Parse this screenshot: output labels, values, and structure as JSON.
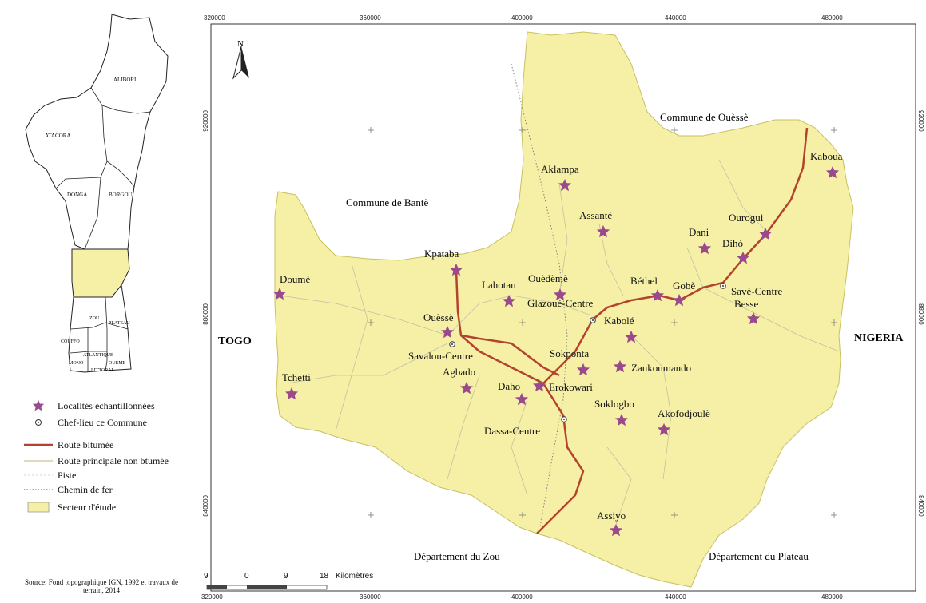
{
  "map": {
    "north_label": "N",
    "grid_top": [
      "320000",
      "360000",
      "400000",
      "440000",
      "480000"
    ],
    "grid_bottom": [
      "320000",
      "360000",
      "400000",
      "440000",
      "480000"
    ],
    "grid_left": [
      "920000",
      "880000",
      "840000"
    ],
    "grid_right": [
      "920000",
      "880000",
      "840000"
    ],
    "regions": {
      "commune_ouesse": "Commune de Ouèssè",
      "commune_bante": "Commune de Bantè",
      "togo": "TOGO",
      "nigeria": "NIGERIA",
      "dept_zou": "Département du Zou",
      "dept_plateau": "Département du Plateau"
    },
    "localities": [
      {
        "id": "aklampa",
        "name": "Aklampa"
      },
      {
        "id": "kaboua",
        "name": "Kaboua"
      },
      {
        "id": "assante",
        "name": "Assanté"
      },
      {
        "id": "dani",
        "name": "Dani"
      },
      {
        "id": "ourogui",
        "name": "Ourogui"
      },
      {
        "id": "diho",
        "name": "Dihó"
      },
      {
        "id": "kpataba",
        "name": "Kpataba"
      },
      {
        "id": "doume",
        "name": "Doumè"
      },
      {
        "id": "lahotan",
        "name": "Lahotan"
      },
      {
        "id": "ouedeme",
        "name": "Ouèdèmè"
      },
      {
        "id": "bethel",
        "name": "Béthel"
      },
      {
        "id": "gobe",
        "name": "Gobè"
      },
      {
        "id": "besse",
        "name": "Besse"
      },
      {
        "id": "ouesse",
        "name": "Ouèssè"
      },
      {
        "id": "kabole",
        "name": "Kabolé"
      },
      {
        "id": "sokponta",
        "name": "Sokponta"
      },
      {
        "id": "zankoumando",
        "name": "Zankoumando"
      },
      {
        "id": "tchetti",
        "name": "Tchetti"
      },
      {
        "id": "agbado",
        "name": "Agbado"
      },
      {
        "id": "daho",
        "name": "Daho"
      },
      {
        "id": "erokowari",
        "name": "Erokowari"
      },
      {
        "id": "soklogbo",
        "name": "Soklogbo"
      },
      {
        "id": "akofodjoule",
        "name": "Akofodjoulè"
      },
      {
        "id": "assiyo",
        "name": "Assiyo"
      }
    ],
    "chef_lieux": [
      {
        "id": "savalou",
        "name": "Savalou-Centre"
      },
      {
        "id": "glazoue",
        "name": "Glazoué-Centre"
      },
      {
        "id": "save",
        "name": "Savè-Centre"
      },
      {
        "id": "dassa",
        "name": "Dassa-Centre"
      }
    ],
    "scale": {
      "ticks": [
        "9",
        "0",
        "9",
        "18"
      ],
      "unit": "Kilomètres"
    }
  },
  "inset": {
    "labels": {
      "alibori": "ALIBORI",
      "atacora": "ATACORA",
      "donga": "DONGA",
      "borgou": "BORGOU",
      "zou": "ZOU",
      "plateau": "PLATEAU",
      "couffo": "COUFFO",
      "atlantique": "ATLANTIQUE",
      "mono": "MONO",
      "oueme": "OUEME",
      "littoral": "LITTORAL"
    }
  },
  "legend": {
    "items": [
      {
        "symbol": "star",
        "label": "Localités échantillonnées"
      },
      {
        "symbol": "dot",
        "label": "Chef-lieu ce Commune"
      },
      {
        "symbol": "paved",
        "label": "Route bitumée"
      },
      {
        "symbol": "unpaved",
        "label": "Route principale non btumée"
      },
      {
        "symbol": "track",
        "label": "Piste"
      },
      {
        "symbol": "rail",
        "label": "Chemin de fer"
      },
      {
        "symbol": "area",
        "label": "Secteur d'étude"
      }
    ]
  },
  "source": "Source: Fond topographique IGN, 1992 et travaux de terrain, 2014",
  "colors": {
    "study_area": "#f5f0a6",
    "paved_road": "#b4432e",
    "star": "#9a4a8c",
    "frame": "#333333"
  }
}
